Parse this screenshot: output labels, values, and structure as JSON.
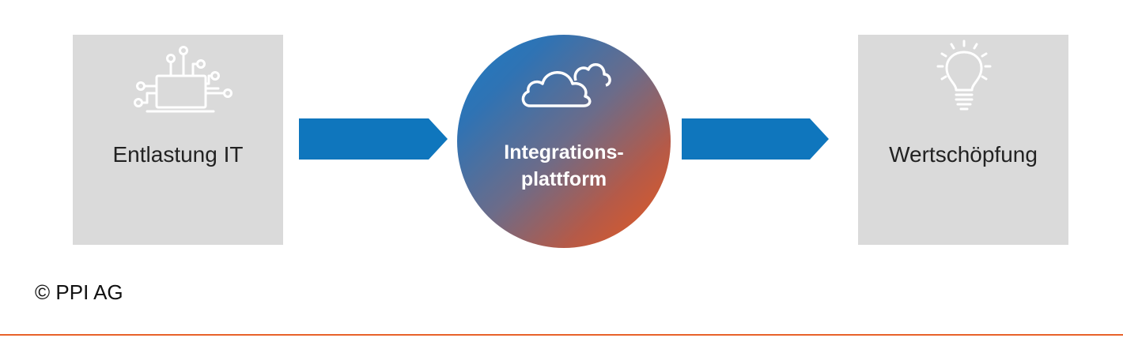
{
  "diagram": {
    "left_box": {
      "label": "Entlastung IT",
      "icon": "laptop-network-icon"
    },
    "hub": {
      "line1": "Integrations-",
      "line2": "plattform",
      "icon": "cloud-icon"
    },
    "right_box": {
      "label": "Wertschöpfung",
      "icon": "lightbulb-icon"
    }
  },
  "footer": {
    "copyright": "© PPI AG"
  },
  "colors": {
    "box_fill": "#dadada",
    "arrow": "#0f76bd",
    "hub_start": "#1c7cc4",
    "hub_end": "#e85a1e",
    "rule": "#e8622a"
  }
}
